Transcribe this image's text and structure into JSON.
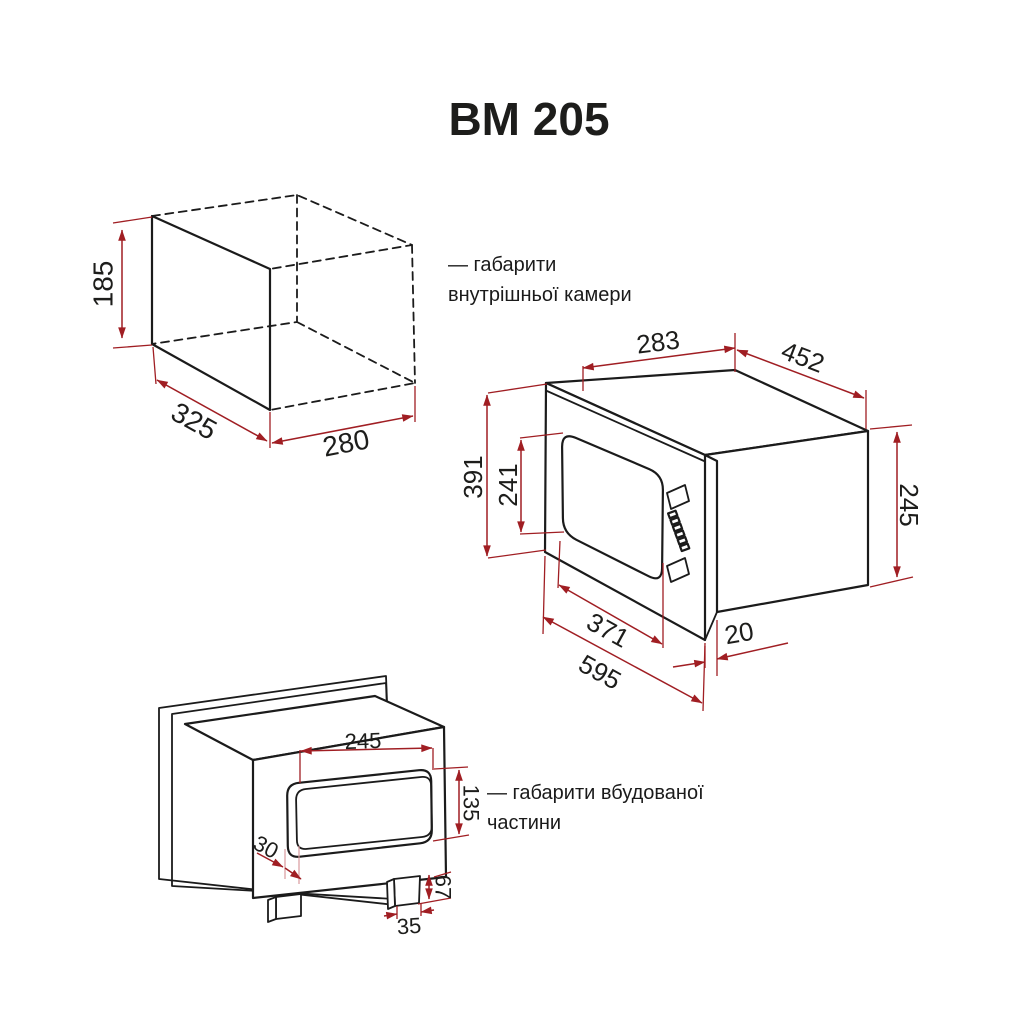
{
  "title": "BM 205",
  "colors": {
    "line": "#1b1b1b",
    "dimension_accent": "#a01e23",
    "background": "#ffffff"
  },
  "labels": {
    "internal_chamber": "— габарити\nвнутрішньої камери",
    "built_in_part": "— габарити вбудованої\nчастини"
  },
  "drawings": {
    "internal_chamber": {
      "dims": {
        "height": "185",
        "depth": "325",
        "width": "280"
      }
    },
    "appliance": {
      "dims": {
        "top_width": "283",
        "depth": "452",
        "front_height": "391",
        "door_height": "241",
        "back_height": "245",
        "door_width": "371",
        "front_width": "595",
        "frame_offset": "20"
      }
    },
    "built_in": {
      "dims": {
        "bump_width": "245",
        "bump_height": "135",
        "side_offset": "30",
        "foot_height": "67",
        "foot_width": "35"
      }
    }
  }
}
